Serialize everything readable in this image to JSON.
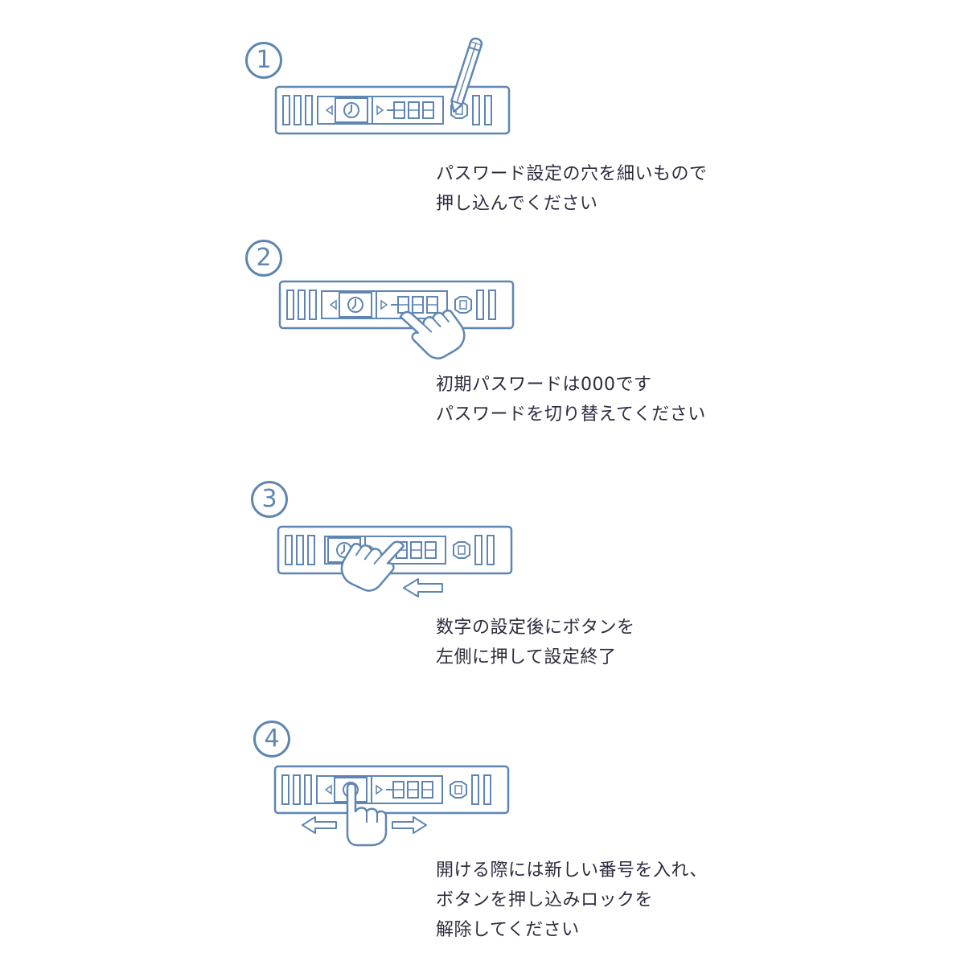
{
  "colors": {
    "line": "#5f86b2",
    "text": "#2f2a3f"
  },
  "steps": [
    {
      "number": "1",
      "caption": [
        "パスワード設定の穴を細いもので",
        "押し込んでください"
      ],
      "tool": "pencil-icon"
    },
    {
      "number": "2",
      "caption": [
        "初期パスワードは000です",
        "パスワードを切り替えてください"
      ],
      "tool": "pointing-hand-icon"
    },
    {
      "number": "3",
      "caption": [
        "数字の設定後にボタンを",
        "左側に押して設定終了"
      ],
      "tool": "push-left-hand-icon"
    },
    {
      "number": "4",
      "caption": [
        "開ける際には新しい番号を入れ、",
        "ボタンを押し込みロックを",
        "解除してください"
      ],
      "tool": "press-hand-icon"
    }
  ]
}
